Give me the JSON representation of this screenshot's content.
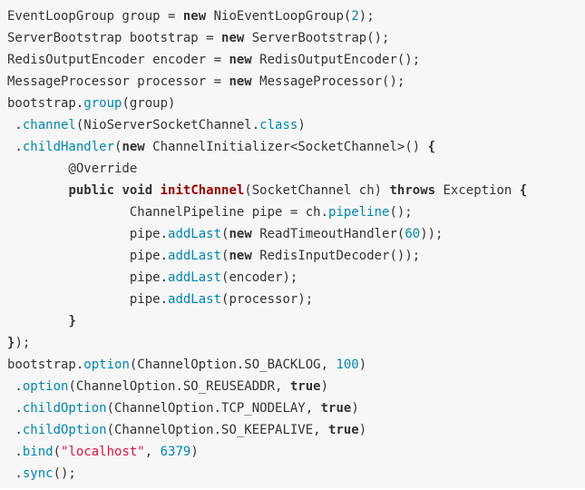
{
  "code": {
    "language": "java",
    "background_color": "#f7f7f7",
    "colors": {
      "plain": "#333333",
      "keyword": "#333333",
      "method_call": "#0086b3",
      "number_literal": "#0086b3",
      "string_literal": "#dd1144",
      "function_definition": "#990000"
    },
    "lines": [
      [
        [
          "p",
          "EventLoopGroup group = "
        ],
        [
          "k",
          "new"
        ],
        [
          "p",
          " NioEventLoopGroup("
        ],
        [
          "n",
          "2"
        ],
        [
          "p",
          ");"
        ]
      ],
      [
        [
          "p",
          "ServerBootstrap bootstrap = "
        ],
        [
          "k",
          "new"
        ],
        [
          "p",
          " ServerBootstrap();"
        ]
      ],
      [
        [
          "p",
          "RedisOutputEncoder encoder = "
        ],
        [
          "k",
          "new"
        ],
        [
          "p",
          " RedisOutputEncoder();"
        ]
      ],
      [
        [
          "p",
          "MessageProcessor processor = "
        ],
        [
          "k",
          "new"
        ],
        [
          "p",
          " MessageProcessor();"
        ]
      ],
      [
        [
          "p",
          "bootstrap."
        ],
        [
          "m",
          "group"
        ],
        [
          "p",
          "(group)"
        ]
      ],
      [
        [
          "p",
          " ."
        ],
        [
          "m",
          "channel"
        ],
        [
          "p",
          "(NioServerSocketChannel."
        ],
        [
          "m",
          "class"
        ],
        [
          "p",
          ")"
        ]
      ],
      [
        [
          "p",
          " ."
        ],
        [
          "m",
          "childHandler"
        ],
        [
          "p",
          "("
        ],
        [
          "k",
          "new"
        ],
        [
          "p",
          " ChannelInitializer<SocketChannel>() "
        ],
        [
          "k",
          "{"
        ]
      ],
      [
        [
          "p",
          "        @Override"
        ]
      ],
      [
        [
          "p",
          "        "
        ],
        [
          "k",
          "public"
        ],
        [
          "p",
          " "
        ],
        [
          "k",
          "void"
        ],
        [
          "p",
          " "
        ],
        [
          "f",
          "initChannel"
        ],
        [
          "p",
          "(SocketChannel ch) "
        ],
        [
          "k",
          "throws"
        ],
        [
          "p",
          " Exception "
        ],
        [
          "k",
          "{"
        ]
      ],
      [
        [
          "p",
          "                ChannelPipeline pipe = ch."
        ],
        [
          "m",
          "pipeline"
        ],
        [
          "p",
          "();"
        ]
      ],
      [
        [
          "p",
          "                pipe."
        ],
        [
          "m",
          "addLast"
        ],
        [
          "p",
          "("
        ],
        [
          "k",
          "new"
        ],
        [
          "p",
          " ReadTimeoutHandler("
        ],
        [
          "n",
          "60"
        ],
        [
          "p",
          "));"
        ]
      ],
      [
        [
          "p",
          "                pipe."
        ],
        [
          "m",
          "addLast"
        ],
        [
          "p",
          "("
        ],
        [
          "k",
          "new"
        ],
        [
          "p",
          " RedisInputDecoder());"
        ]
      ],
      [
        [
          "p",
          "                pipe."
        ],
        [
          "m",
          "addLast"
        ],
        [
          "p",
          "(encoder);"
        ]
      ],
      [
        [
          "p",
          "                pipe."
        ],
        [
          "m",
          "addLast"
        ],
        [
          "p",
          "(processor);"
        ]
      ],
      [
        [
          "p",
          "        "
        ],
        [
          "k",
          "}"
        ]
      ],
      [
        [
          "k",
          "}"
        ],
        [
          "p",
          ");"
        ]
      ],
      [
        [
          "p",
          "bootstrap."
        ],
        [
          "m",
          "option"
        ],
        [
          "p",
          "(ChannelOption.SO_BACKLOG, "
        ],
        [
          "n",
          "100"
        ],
        [
          "p",
          ")"
        ]
      ],
      [
        [
          "p",
          " ."
        ],
        [
          "m",
          "option"
        ],
        [
          "p",
          "(ChannelOption.SO_REUSEADDR, "
        ],
        [
          "k",
          "true"
        ],
        [
          "p",
          ")"
        ]
      ],
      [
        [
          "p",
          " ."
        ],
        [
          "m",
          "childOption"
        ],
        [
          "p",
          "(ChannelOption.TCP_NODELAY, "
        ],
        [
          "k",
          "true"
        ],
        [
          "p",
          ")"
        ]
      ],
      [
        [
          "p",
          " ."
        ],
        [
          "m",
          "childOption"
        ],
        [
          "p",
          "(ChannelOption.SO_KEEPALIVE, "
        ],
        [
          "k",
          "true"
        ],
        [
          "p",
          ")"
        ]
      ],
      [
        [
          "p",
          " ."
        ],
        [
          "m",
          "bind"
        ],
        [
          "p",
          "("
        ],
        [
          "s",
          "\"localhost\""
        ],
        [
          "p",
          ", "
        ],
        [
          "n",
          "6379"
        ],
        [
          "p",
          ")"
        ]
      ],
      [
        [
          "p",
          " ."
        ],
        [
          "m",
          "sync"
        ],
        [
          "p",
          "();"
        ]
      ]
    ]
  }
}
